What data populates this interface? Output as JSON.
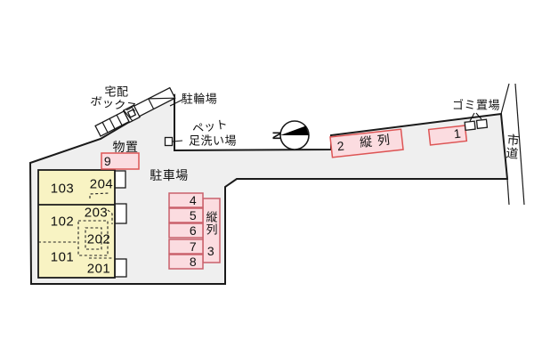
{
  "colors": {
    "outline": "#1a1a1a",
    "site_fill": "#efefef",
    "building_fill": "#f8f3c3",
    "stall_fill": "#fbdce0",
    "stall_border": "#c9606b",
    "space_border": "#dd5555",
    "text": "#111111"
  },
  "labels": {
    "delivery_box_line1": "宅配",
    "delivery_box_line2": "ボックス",
    "bicycle_parking": "駐輪場",
    "pet_wash_line1": "ペット",
    "pet_wash_line2": "足洗い場",
    "storage": "物置",
    "parking_lot": "駐車場",
    "garbage_area": "ゴミ置場",
    "city_road": "市道",
    "north_mark": "N"
  },
  "building": {
    "rooms": [
      "103",
      "204",
      "102",
      "203",
      "202",
      "101",
      "201"
    ]
  },
  "parking": {
    "spaces": [
      "1",
      "2",
      "3",
      "4",
      "5",
      "6",
      "7",
      "8",
      "9"
    ],
    "tandem_label_top": "縦列",
    "tandem_label_side": "縦列"
  }
}
